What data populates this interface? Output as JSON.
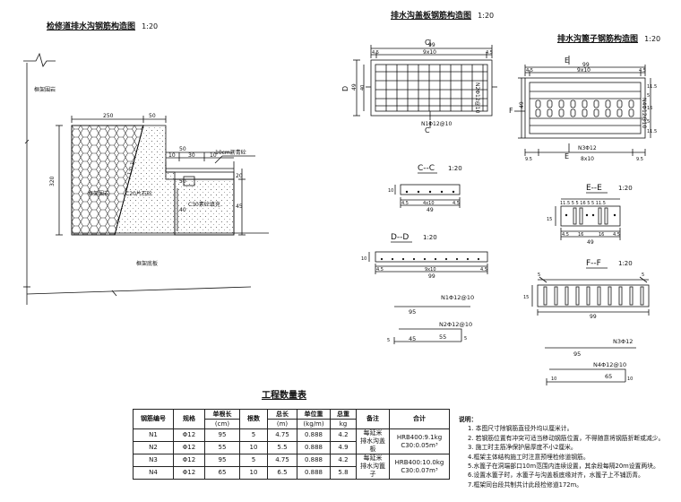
{
  "titles": {
    "left": "检修道排水沟钢筋构造图",
    "left_scale": "1:20",
    "cover": "排水沟盖板钢筋构造图",
    "cover_scale": "1:20",
    "grate": "排水沟篦子钢筋构造图",
    "grate_scale": "1:20",
    "table": "工程数量表"
  },
  "left_view": {
    "rock": "框架围岩",
    "mid": "框架围岩",
    "base": "框架底板",
    "c20": "C20片石砼",
    "c30": "C30素砼填充",
    "top": "10cm沥青砼",
    "slope": "1:0.1",
    "d250": "250",
    "d50a": "50",
    "d50b": "50",
    "d10": "10",
    "d30": "30",
    "d10b": "10",
    "d320": "320",
    "d50v": "50",
    "d40": "40",
    "d45": "45",
    "d20": "20"
  },
  "cover_view": {
    "sec": "C",
    "d99": "99",
    "d4_5a": "4.5",
    "d9x10": "9x10",
    "d4_5b": "4.5",
    "d49": "49",
    "d40": "40",
    "d4_5l": "4.5",
    "d4_5r": "4.5",
    "label_d": "D",
    "n2": "N2Φ12@10",
    "n1": "N1Φ12@10"
  },
  "grate_view": {
    "sec": "E",
    "d99": "99",
    "d4_5a": "4.5",
    "d9x10": "9x10",
    "d4_5b": "4.5",
    "d49": "49",
    "f": "F",
    "n4": "N4Φ12@10",
    "n3": "N3Φ12",
    "d9_5a": "9.5",
    "d8x10": "8x10",
    "d9_5b": "9.5",
    "r1": "11.5",
    "r2": "5",
    "r3": "16",
    "r4": "5",
    "r5": "11.5"
  },
  "section_cc": {
    "title": "C--C",
    "scale": "1:20",
    "d10": "10",
    "d4_5a": "4.5",
    "d4x10": "4x10",
    "d4_5b": "4.5",
    "d49": "49"
  },
  "section_dd": {
    "title": "D--D",
    "scale": "1:20",
    "d10": "10",
    "d4_5a": "4.5",
    "d9x10": "9x10",
    "d4_5b": "4.5",
    "d99": "99"
  },
  "section_ee": {
    "title": "E--E",
    "scale": "1:20",
    "top": "11.5 5 5 16 5 5 11.5",
    "d15": "15",
    "d4_5a": "4.5",
    "d16": "16",
    "d16b": "16",
    "d4_5b": "4.5",
    "d49": "49"
  },
  "section_ff": {
    "title": "F--F",
    "scale": "1:20",
    "d15": "15",
    "d5a": "5",
    "d5b": "5",
    "d99": "99"
  },
  "bars": {
    "n1": "N1Φ12@10",
    "n1_len": "95",
    "n2": "N2Φ12@10",
    "n2_a": "45",
    "n2_b": "55",
    "n2_c": "5",
    "n2_d": "5",
    "n3": "N3Φ12",
    "n3_len": "95",
    "n4": "N4Φ12@10",
    "n4_a": "65",
    "n4_b": "10",
    "n4_c": "10"
  },
  "table": {
    "headers": [
      "钢筋编号",
      "规格",
      "单根长",
      "根数",
      "总长",
      "单位重",
      "总重",
      "备注",
      "合计"
    ],
    "units": [
      "",
      "",
      "(cm)",
      "",
      "(m)",
      "(kg/m)",
      "kg",
      "",
      ""
    ],
    "rows": [
      [
        "N1",
        "Φ12",
        "95",
        "5",
        "4.75",
        "0.888",
        "4.2"
      ],
      [
        "N2",
        "Φ12",
        "55",
        "10",
        "5.5",
        "0.888",
        "4.9"
      ],
      [
        "N3",
        "Φ12",
        "95",
        "5",
        "4.75",
        "0.888",
        "4.2"
      ],
      [
        "N4",
        "Φ12",
        "65",
        "10",
        "6.5",
        "0.888",
        "5.8"
      ]
    ],
    "remark1a": "每延米",
    "remark1b": "排水沟盖板",
    "remark2a": "每延米",
    "remark2b": "排水沟篦子",
    "sum1a": "HRB400:9.1kg",
    "sum1b": "C30:0.05m³",
    "sum2a": "HRB400:10.0kg",
    "sum2b": "C30:0.07m³"
  },
  "notes": {
    "title": "说明：",
    "items": [
      "1. 本图尺寸除钢筋直径外均以厘米计。",
      "2. 若钢筋位置有冲突可适当移动钢筋位置，不得随意将钢筋折断或减少。",
      "3. 施工时主筋净保护层厚度不小2厘米。",
      "4.框架主体结构施工时注意预埋检修道钢筋。",
      "5.水篦子在洞端部口10m范围内连续设置，其余段每隔20m设置两块。",
      "6.设置水篦子时，水篦子与沟盖板底缘对齐，水篦子上不铺沥青。",
      "7.框架同台段共制共计此段检修道172m。"
    ]
  }
}
